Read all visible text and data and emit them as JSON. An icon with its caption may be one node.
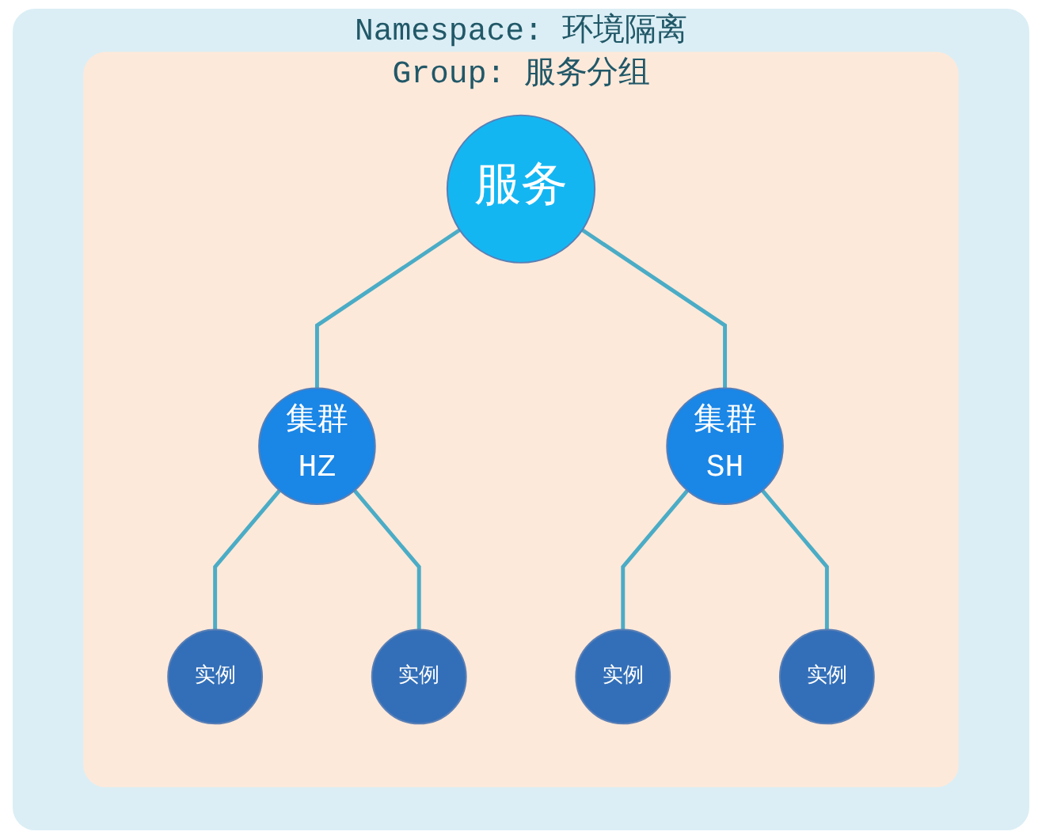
{
  "diagram": {
    "nodes": [
      {
        "text": [
          "Namespace: 环境隔离"
        ]
      },
      {
        "text": [
          "Group: 服务分组"
        ],
        "in": 0
      },
      {
        "text": [
          "服务"
        ],
        "in": 1
      },
      {
        "text": [
          "集群",
          "HZ"
        ],
        "in": 1
      },
      {
        "text": [
          "集群",
          "SH"
        ],
        "in": 1
      },
      {
        "text": [
          "实例"
        ],
        "in": 1
      },
      {
        "text": [
          "实例"
        ],
        "in": 1
      },
      {
        "text": [
          "实例"
        ],
        "in": 1
      },
      {
        "text": [
          "实例"
        ],
        "in": 1
      }
    ],
    "edges": [
      {
        "from": 2,
        "to": 3,
        "arrow": "none"
      },
      {
        "from": 2,
        "to": 4,
        "arrow": "none"
      },
      {
        "from": 3,
        "to": 5,
        "arrow": "none"
      },
      {
        "from": 3,
        "to": 6,
        "arrow": "none"
      },
      {
        "from": 4,
        "to": 7,
        "arrow": "none"
      },
      {
        "from": 4,
        "to": 8,
        "arrow": "none"
      }
    ]
  }
}
